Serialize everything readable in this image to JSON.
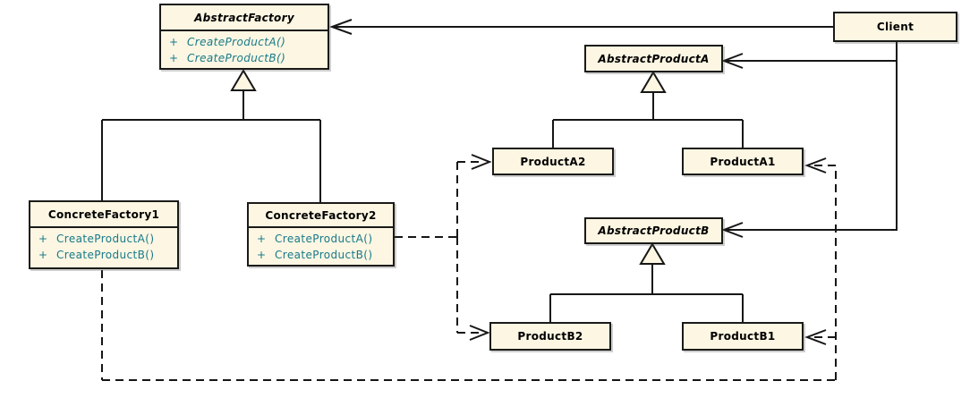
{
  "colors": {
    "background": "#FFFFFF",
    "box_fill": "#FCF6E2",
    "box_border": "#1A1A18",
    "line": "#161616",
    "method_text": "#17798A"
  },
  "classes": {
    "abstract_factory": {
      "name": "AbstractFactory",
      "abstract": true,
      "methods": [
        {
          "vis": "+",
          "sig": "CreateProductA()"
        },
        {
          "vis": "+",
          "sig": "CreateProductB()"
        }
      ]
    },
    "client": {
      "name": "Client",
      "abstract": false
    },
    "abstract_product_a": {
      "name": "AbstractProductA",
      "abstract": true
    },
    "product_a2": {
      "name": "ProductA2",
      "abstract": false
    },
    "product_a1": {
      "name": "ProductA1",
      "abstract": false
    },
    "concrete_factory1": {
      "name": "ConcreteFactory1",
      "abstract": false,
      "methods": [
        {
          "vis": "+",
          "sig": "CreateProductA()"
        },
        {
          "vis": "+",
          "sig": "CreateProductB()"
        }
      ]
    },
    "concrete_factory2": {
      "name": "ConcreteFactory2",
      "abstract": false,
      "methods": [
        {
          "vis": "+",
          "sig": "CreateProductA()"
        },
        {
          "vis": "+",
          "sig": "CreateProductB()"
        }
      ]
    },
    "abstract_product_b": {
      "name": "AbstractProductB",
      "abstract": true
    },
    "product_b2": {
      "name": "ProductB2",
      "abstract": false
    },
    "product_b1": {
      "name": "ProductB1",
      "abstract": false
    }
  },
  "relationships": [
    {
      "from": "Client",
      "to": "AbstractFactory",
      "type": "association-open-arrow"
    },
    {
      "from": "Client",
      "to": "AbstractProductA",
      "type": "association-open-arrow"
    },
    {
      "from": "Client",
      "to": "AbstractProductB",
      "type": "association-open-arrow"
    },
    {
      "from": "ConcreteFactory1",
      "to": "AbstractFactory",
      "type": "generalization"
    },
    {
      "from": "ConcreteFactory2",
      "to": "AbstractFactory",
      "type": "generalization"
    },
    {
      "from": "ProductA2",
      "to": "AbstractProductA",
      "type": "generalization"
    },
    {
      "from": "ProductA1",
      "to": "AbstractProductA",
      "type": "generalization"
    },
    {
      "from": "ProductB2",
      "to": "AbstractProductB",
      "type": "generalization"
    },
    {
      "from": "ProductB1",
      "to": "AbstractProductB",
      "type": "generalization"
    },
    {
      "from": "ConcreteFactory2",
      "to": "ProductA2",
      "type": "dependency-dashed"
    },
    {
      "from": "ConcreteFactory2",
      "to": "ProductB2",
      "type": "dependency-dashed"
    },
    {
      "from": "ConcreteFactory1",
      "to": "ProductA1",
      "type": "dependency-dashed"
    },
    {
      "from": "ConcreteFactory1",
      "to": "ProductB1",
      "type": "dependency-dashed"
    }
  ]
}
